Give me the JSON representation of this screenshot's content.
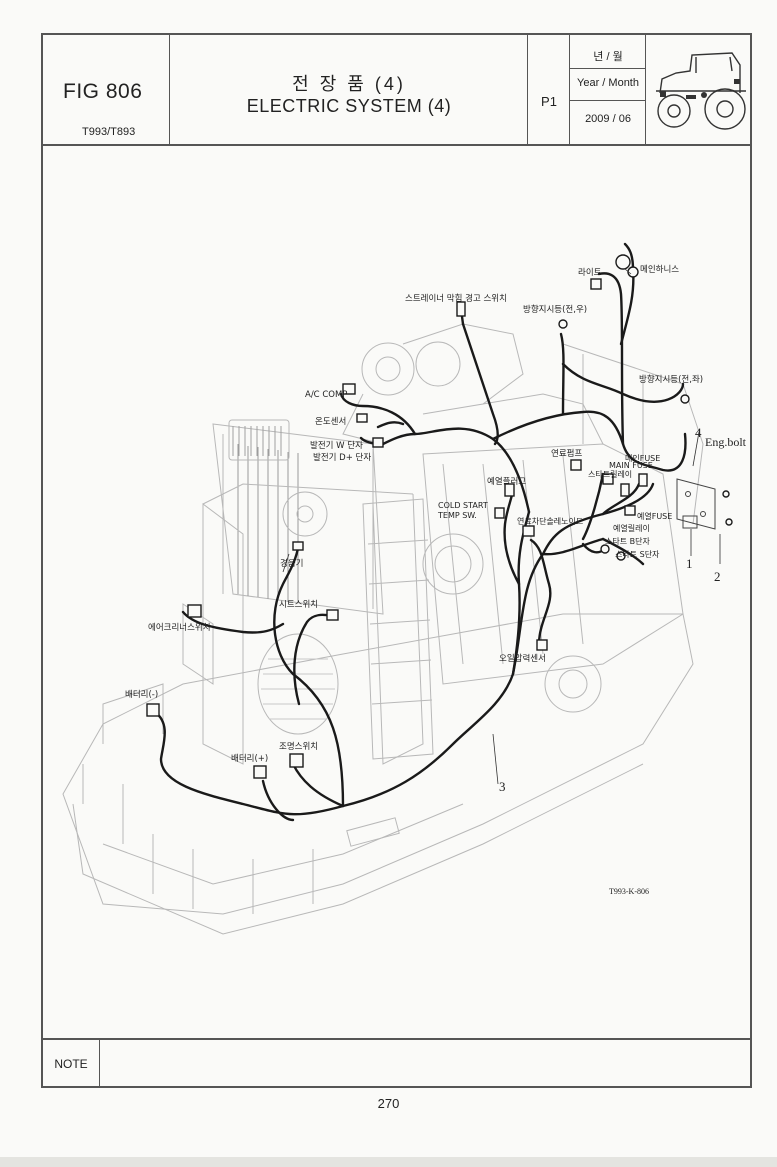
{
  "header": {
    "fig_no": "FIG 806",
    "model": "T993/T893",
    "title_ko": "전 장 품 (4)",
    "title_en": "ELECTRIC SYSTEM (4)",
    "page_code": "P1",
    "year_month_ko": "년 / 월",
    "year_month_en": "Year / Month",
    "date": "2009 / 06"
  },
  "labels": {
    "light": "라이트",
    "main_harness": "메인하니스",
    "strainer_switch": "스트레이너 막힘 경고 스위치",
    "turn_signal_rear": "방향지시등(전,우)",
    "turn_signal_front": "방향지시등(전,좌)",
    "ac_comp": "A/C COMP",
    "temp_sensor": "온도센서",
    "alt_w": "발전기 W 단자",
    "alt_d": "발전기 D+ 단자",
    "main_fuse_ko": "메인FUSE",
    "start_relay": "스타트릴레이",
    "main_fuse": "MAIN FUSE",
    "fuel_pump": "연료펌프",
    "glow_plug": "예열플러그",
    "cold_start_1": "COLD START",
    "cold_start_2": "TEMP SW.",
    "fuel_cut": "연료차단솔레노이드",
    "preheat_fuse": "예열FUSE",
    "preheat_relay": "예열릴레이",
    "start_b": "스타트 B단자",
    "start_s": "스타트 S단자",
    "horn": "경음기",
    "seat_switch": "시트스위치",
    "air_cleaner_switch": "에어크리너스위치",
    "oil_pressure_sensor": "오일압력센서",
    "battery_neg": "배터리(-)",
    "battery_pos": "배터리(+)",
    "light_switch": "조명스위치",
    "eng_bolt": "Eng.bolt",
    "drawing_code": "T993-K-806"
  },
  "callouts": [
    "1",
    "2",
    "3",
    "4"
  ],
  "note": {
    "label": "NOTE",
    "text": ""
  },
  "page_number": "270"
}
